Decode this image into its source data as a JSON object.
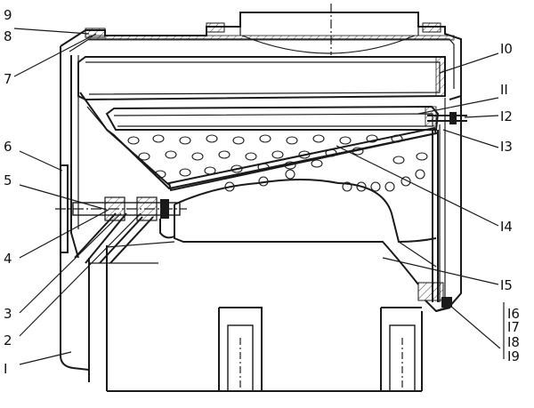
{
  "callouts": {
    "c9": "9",
    "c8": "8",
    "c7": "7",
    "c6": "6",
    "c5": "5",
    "c4": "4",
    "c3": "3",
    "c2": "2",
    "c1": "I",
    "c10": "I0",
    "c11": "II",
    "c12": "I2",
    "c13": "I3",
    "c14": "I4",
    "c15": "I5",
    "c16": "I6",
    "c17": "I7",
    "c18": "I8",
    "c19": "I9"
  },
  "colors": {
    "ink": "#1a1a1a",
    "paper": "#ffffff"
  }
}
